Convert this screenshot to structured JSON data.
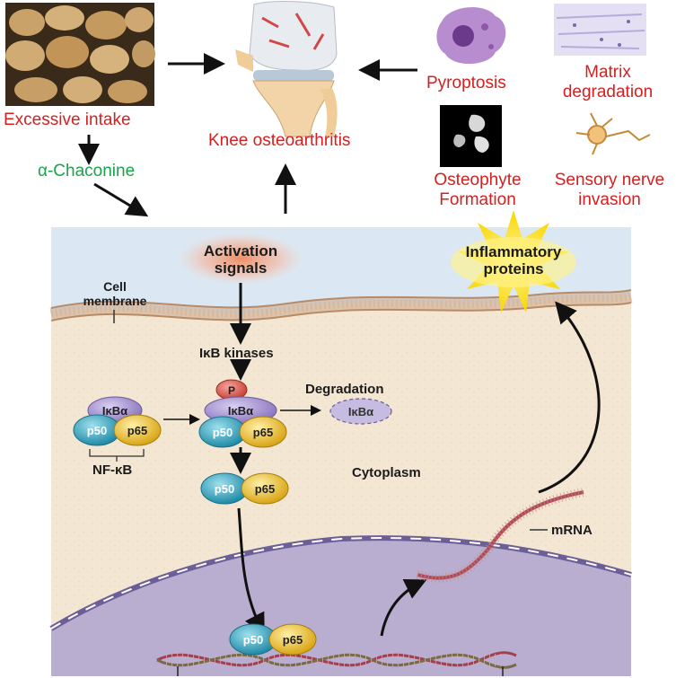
{
  "labels": {
    "excessive_intake": "Excessive intake",
    "chaconine": "α-Chaconine",
    "knee_oa": "Knee osteoarthritis",
    "pyroptosis": "Pyroptosis",
    "matrix_degradation_1": "Matrix",
    "matrix_degradation_2": "degradation",
    "osteophyte_1": "Osteophyte",
    "osteophyte_2": "Formation",
    "sensory_1": "Sensory nerve",
    "sensory_2": "invasion",
    "activation_1": "Activation",
    "activation_2": "signals",
    "inflammatory_1": "Inflammatory",
    "inflammatory_2": "proteins",
    "cell_membrane_1": "Cell",
    "cell_membrane_2": "membrane",
    "ikb_kinases": "IκB kinases",
    "degradation": "Degradation",
    "cytoplasm": "Cytoplasm",
    "mrna": "mRNA",
    "nfkb": "NF-κB",
    "p": "P",
    "ikba": "IκBα",
    "p50": "p50",
    "p65": "p65"
  },
  "colors": {
    "red_text": "#d42020",
    "green_text": "#1aa34a",
    "ikba_purple": "#9a86c8",
    "p50_teal": "#2a9fb8",
    "p65_yellow": "#e6b82c",
    "p_red": "#d8584f",
    "membrane": "#c9a58a",
    "cytoplasm": "#f3e6d2",
    "nucleus": "#b9aed0",
    "sky": "#dbe8f3"
  }
}
